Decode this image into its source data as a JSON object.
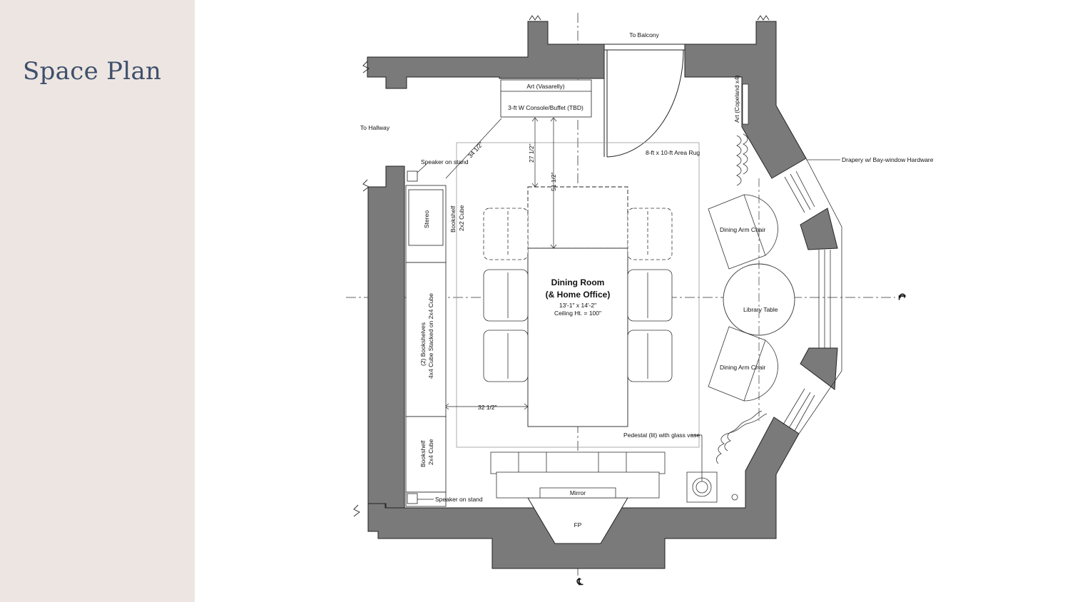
{
  "slide": {
    "title": "Space Plan"
  },
  "plan": {
    "colors": {
      "wall": "#7a7a7a",
      "line": "#222222",
      "sidebar": "#ede5e1",
      "title": "#3d4f6b"
    },
    "labels": {
      "to_balcony": "To Balcony",
      "to_hallway": "To Hallway",
      "art_vasarelly": "Art (Vasarelly)",
      "console": "3-ft W Console/Buffet (TBD)",
      "art_copeland": "Art (Copeland x4)",
      "area_rug": "8-ft x 10-ft Area Rug",
      "drapery": "Drapery w/ Bay-window Hardware",
      "speaker_top": "Speaker on stand",
      "speaker_bottom": "Speaker on stand",
      "stereo": "Stereo",
      "bookshelf_top_1": "Bookshelf",
      "bookshelf_top_2": "2x2 Cube",
      "bookshelves_1": "(2) Bookshelves",
      "bookshelves_2": "4x4 Cube Stacked on 2x4 Cube",
      "bookshelf_bottom_1": "Bookshelf",
      "bookshelf_bottom_2": "2x4 Cube",
      "dim_34": "34 1/2\"",
      "dim_27": "27 1/2\"",
      "dim_51": "51 1/2\"",
      "dim_32": "32 1/2\"",
      "room_name_1": "Dining Room",
      "room_name_2": "(& Home Office)",
      "room_size": "13'-1\" x 14'-2\"",
      "ceiling": "Ceiling Ht. = 100\"",
      "arm_chair_top": "Dining Arm Chair",
      "arm_chair_bottom": "Dining Arm Chair",
      "library_table": "Library Table",
      "pedestal": "Pedestal (lit) with glass vase",
      "mirror": "Mirror",
      "fireplace": "FP",
      "centerline_h": "℄",
      "centerline_v": "℄"
    }
  }
}
